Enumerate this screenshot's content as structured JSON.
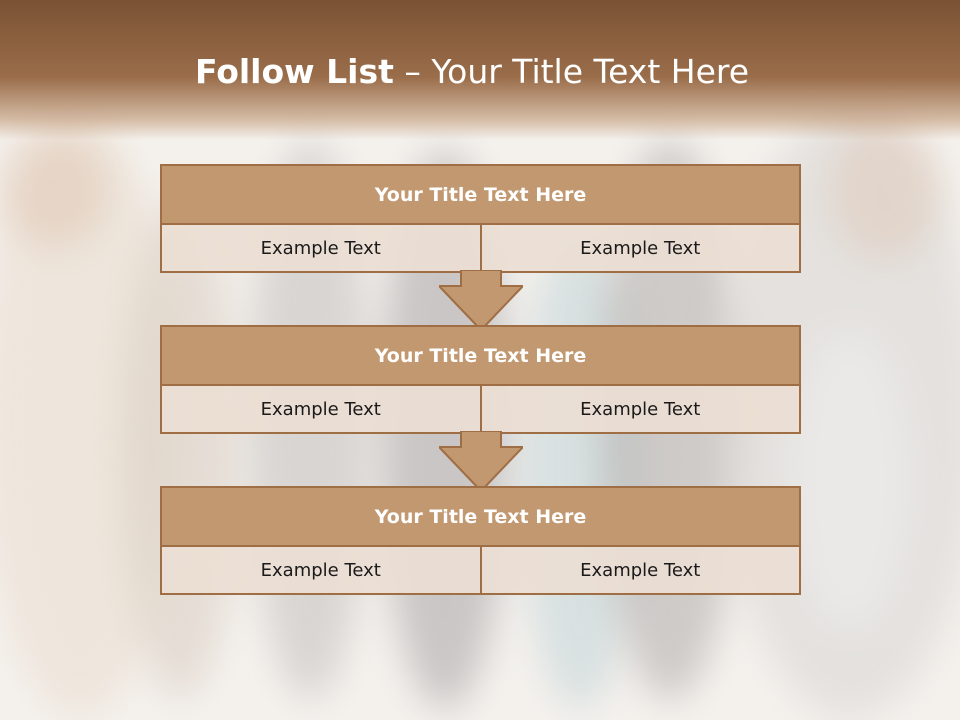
{
  "slide": {
    "title_bold": "Follow List",
    "title_rest": " – Your Title Text Here"
  },
  "blocks": [
    {
      "title": "Your Title Text Here",
      "left": "Example Text",
      "right": "Example Text"
    },
    {
      "title": "Your Title Text Here",
      "left": "Example Text",
      "right": "Example Text"
    },
    {
      "title": "Your Title Text Here",
      "left": "Example Text",
      "right": "Example Text"
    }
  ],
  "colors": {
    "header": "#8a5e3c",
    "block_header": "#c29870",
    "block_border": "#a06e45",
    "cell_bg": "#ecded4"
  },
  "background_image": "blurred-group-of-students-photo"
}
